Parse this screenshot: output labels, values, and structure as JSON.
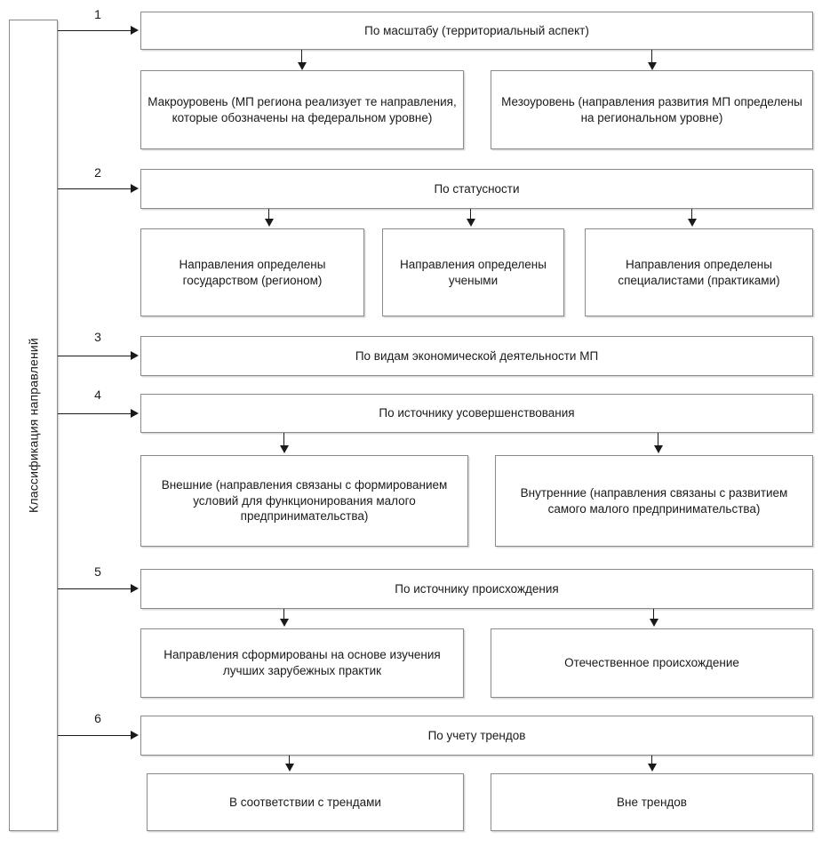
{
  "diagram": {
    "title": "Классификация направлений",
    "spine_label": "Классификация направлений",
    "branches": [
      {
        "number": "1",
        "header": "По масштабу (территориальный аспект)",
        "children": [
          "Макроуровень (МП региона реализует те направления, которые обозначены на федеральном уровне)",
          "Мезоуровень (направления развития МП определены на региональном уровне)"
        ]
      },
      {
        "number": "2",
        "header": "По статусности",
        "children": [
          "Направления определены государством (регионом)",
          "Направления определены учеными",
          "Направления определены специалистами (практиками)"
        ]
      },
      {
        "number": "3",
        "header": "По видам экономической деятельности МП",
        "children": []
      },
      {
        "number": "4",
        "header": "По источнику усовершенствования",
        "children": [
          "Внешние (направления связаны с формированием условий для функционирования малого предпринимательства)",
          "Внутренние (направления связаны с развитием самого малого предпринимательства)"
        ]
      },
      {
        "number": "5",
        "header": "По источнику происхождения",
        "children": [
          "Направления сформированы на основе изучения лучших зарубежных практик",
          "Отечественное происхождение"
        ]
      },
      {
        "number": "6",
        "header": "По учету трендов",
        "children": [
          "В соответствии с трендами",
          "Вне трендов"
        ]
      }
    ],
    "colors": {
      "border": "#8a8a8a",
      "shadow": "#d9d9d9",
      "text": "#1a1a1a",
      "background": "#ffffff"
    }
  }
}
